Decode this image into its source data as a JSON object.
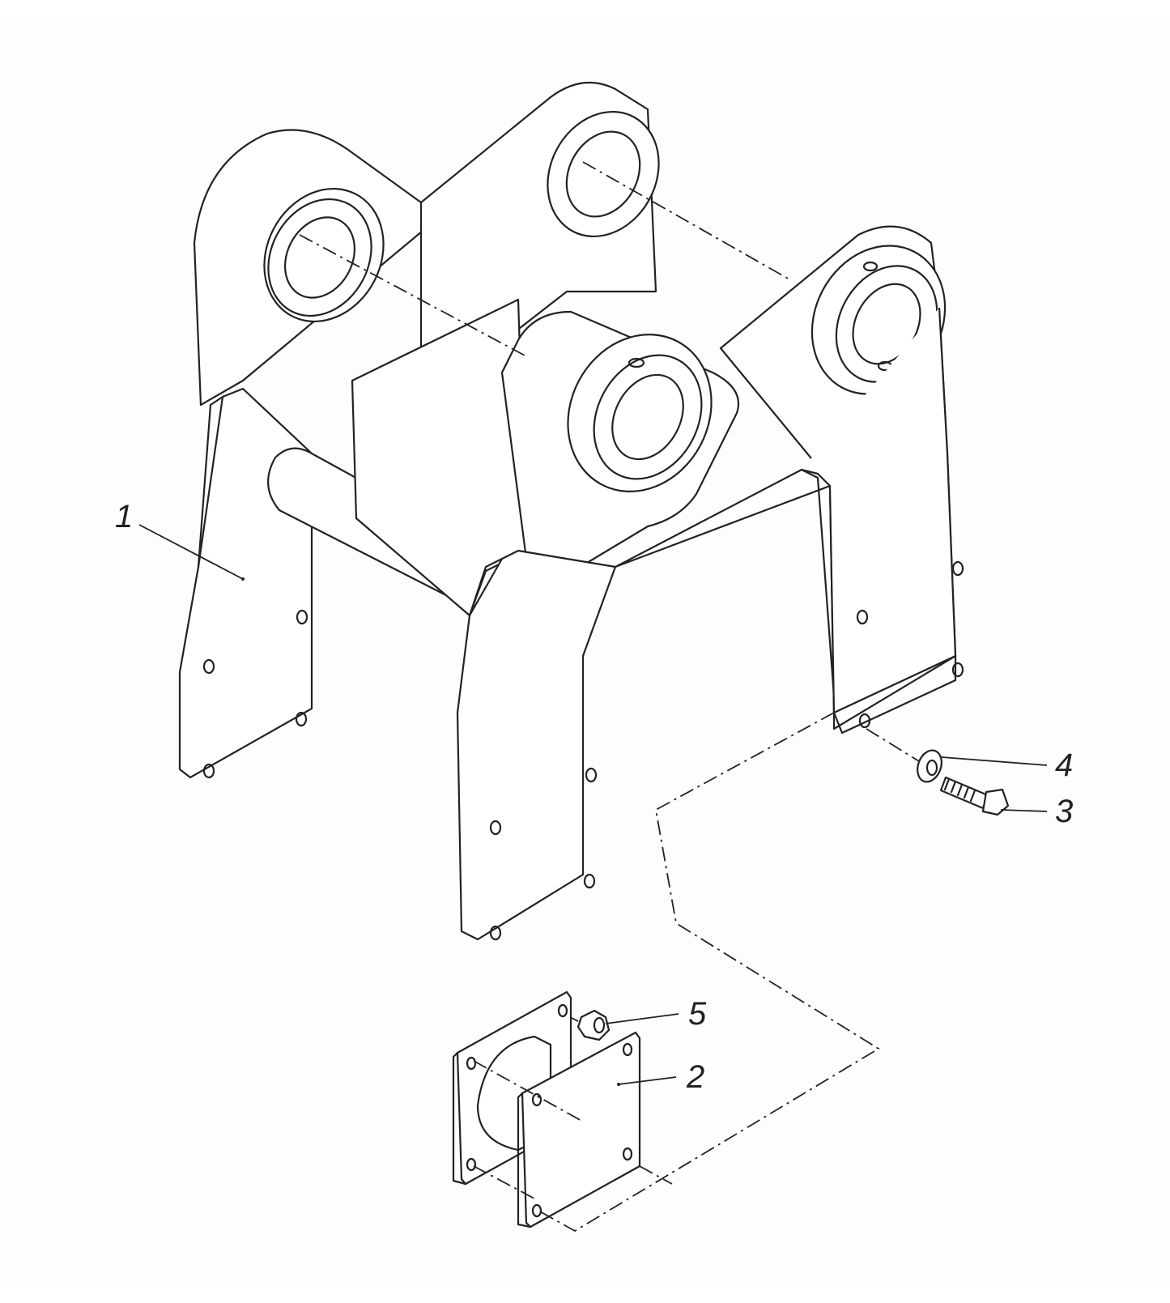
{
  "figure": {
    "type": "exploded-view parts diagram",
    "colors": {
      "line": "#222222",
      "background": "#ffffff"
    },
    "callouts": [
      {
        "id": "1",
        "label": "1",
        "part": "main frame"
      },
      {
        "id": "2",
        "label": "2",
        "part": "mount block"
      },
      {
        "id": "3",
        "label": "3",
        "part": "bolt"
      },
      {
        "id": "4",
        "label": "4",
        "part": "washer"
      },
      {
        "id": "5",
        "label": "5",
        "part": "nut"
      }
    ]
  }
}
